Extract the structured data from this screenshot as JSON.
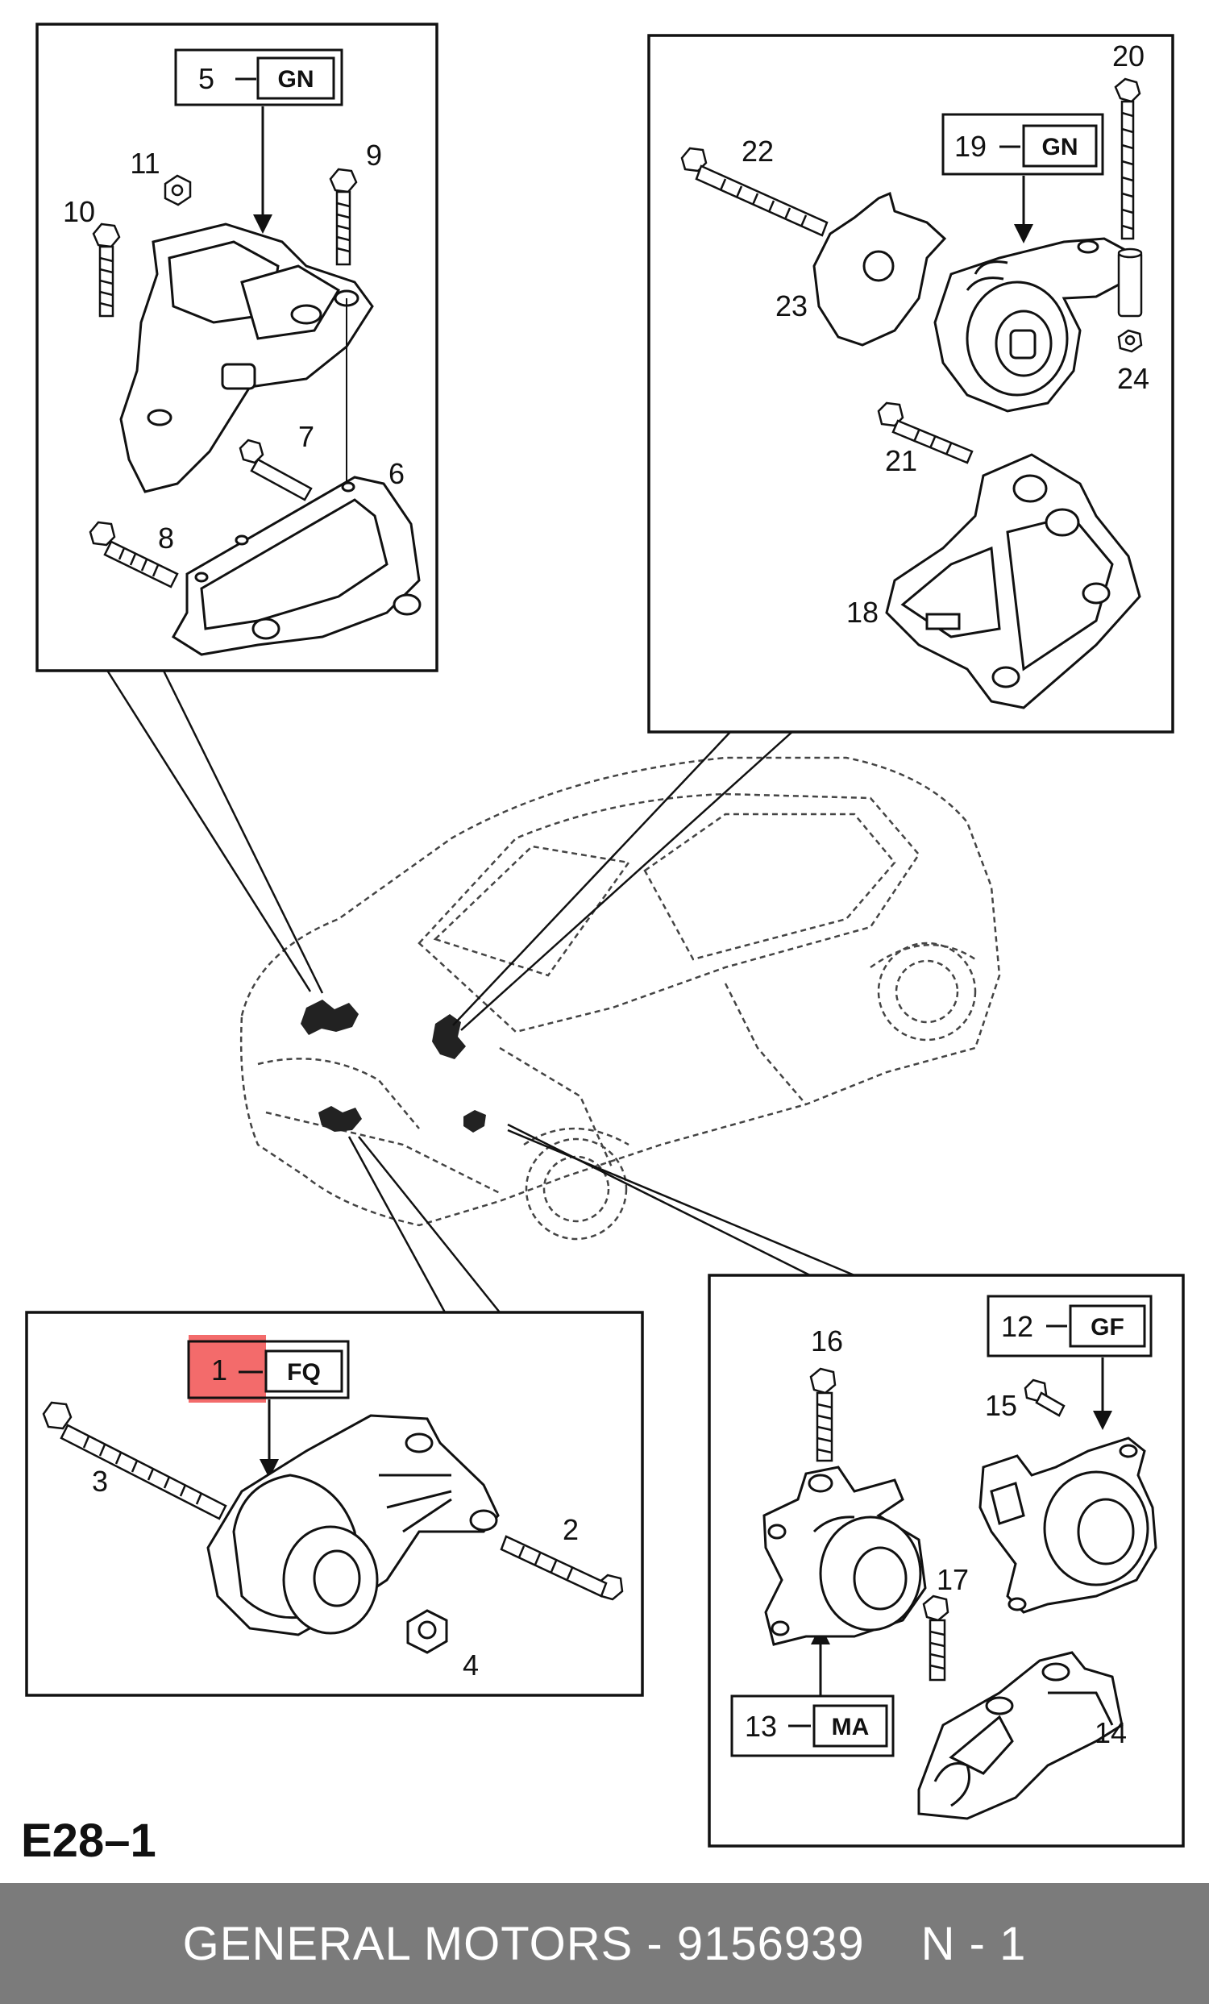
{
  "diagram_id": "E28–1",
  "footer": {
    "brand_part": "GENERAL MOTORS - 9156939",
    "position": "N - 1"
  },
  "callouts": {
    "p1": "1",
    "p2": "2",
    "p3": "3",
    "p4": "4",
    "p5": "5",
    "p6": "6",
    "p7": "7",
    "p8": "8",
    "p9": "9",
    "p10": "10",
    "p11": "11",
    "p12": "12",
    "p13": "13",
    "p14": "14",
    "p15": "15",
    "p16": "16",
    "p17": "17",
    "p18": "18",
    "p19": "19",
    "p20": "20",
    "p21": "21",
    "p22": "22",
    "p23": "23",
    "p24": "24"
  },
  "codes": {
    "c5": "GN",
    "c19": "GN",
    "c1": "FQ",
    "c12": "GF",
    "c13": "MA"
  },
  "highlight": {
    "part": "1",
    "color": "#f36b6b"
  }
}
